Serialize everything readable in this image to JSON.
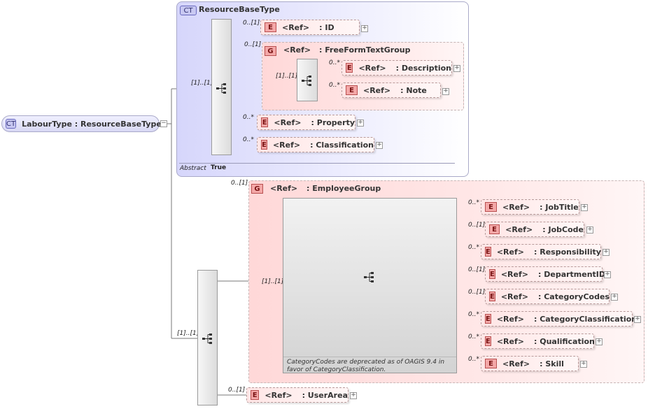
{
  "root": {
    "badge": "CT",
    "name": "LabourType",
    "separator": " : ",
    "base": "ResourceBaseType"
  },
  "base_type": {
    "badge": "CT",
    "title": "ResourceBaseType",
    "abstract_label": "Abstract",
    "abstract_value": "True",
    "sequence_card": "[1]..[1]",
    "id": {
      "badge": "E",
      "ref": "<Ref>",
      "name": ": ID",
      "card": "0..[1]"
    },
    "freeform": {
      "badge": "G",
      "ref": "<Ref>",
      "name": ": FreeFormTextGroup",
      "card": "0..[1]",
      "inner_card": "[1]..[1]",
      "description": {
        "badge": "E",
        "ref": "<Ref>",
        "name": ": Description",
        "card": "0..*"
      },
      "note": {
        "badge": "E",
        "ref": "<Ref>",
        "name": ": Note",
        "card": "0..*"
      }
    },
    "property": {
      "badge": "E",
      "ref": "<Ref>",
      "name": ": Property",
      "card": "0..*"
    },
    "classification": {
      "badge": "E",
      "ref": "<Ref>",
      "name": ": Classification",
      "card": "0..*"
    }
  },
  "extension": {
    "sequence_card": "[1]..[1]",
    "employee_group": {
      "badge": "G",
      "ref": "<Ref>",
      "name": ": EmployeeGroup",
      "card": "0..[1]",
      "inner_card": "[1]..[1]",
      "annotation": "CategoryCodes are deprecated as of OAGIS 9.4 in favor of CategoryClassification.",
      "items": [
        {
          "badge": "E",
          "ref": "<Ref>",
          "name": ": JobTitle",
          "card": "0..*"
        },
        {
          "badge": "E",
          "ref": "<Ref>",
          "name": ": JobCode",
          "card": "0..[1]"
        },
        {
          "badge": "E",
          "ref": "<Ref>",
          "name": ": Responsibility",
          "card": "0..*"
        },
        {
          "badge": "E",
          "ref": "<Ref>",
          "name": ": DepartmentID",
          "card": "0..[1]"
        },
        {
          "badge": "E",
          "ref": "<Ref>",
          "name": ": CategoryCodes",
          "card": "0..[1]"
        },
        {
          "badge": "E",
          "ref": "<Ref>",
          "name": ": CategoryClassification",
          "card": "0..*"
        },
        {
          "badge": "E",
          "ref": "<Ref>",
          "name": ": Qualification",
          "card": "0..*"
        },
        {
          "badge": "E",
          "ref": "<Ref>",
          "name": ": Skill",
          "card": "0..*"
        }
      ]
    },
    "user_area": {
      "badge": "E",
      "ref": "<Ref>",
      "name": ": UserArea",
      "card": "0..[1]"
    }
  },
  "icons": {
    "sequence": "sequence-compositor-icon",
    "expand": "expand-plus-icon",
    "collapse": "collapse-minus-icon"
  },
  "colors": {
    "complex_type_fill": "#d6d6fb",
    "group_fill": "#ffd8d8",
    "element_badge": "#f4a8a8",
    "ct_badge": "#c8c8f2"
  }
}
